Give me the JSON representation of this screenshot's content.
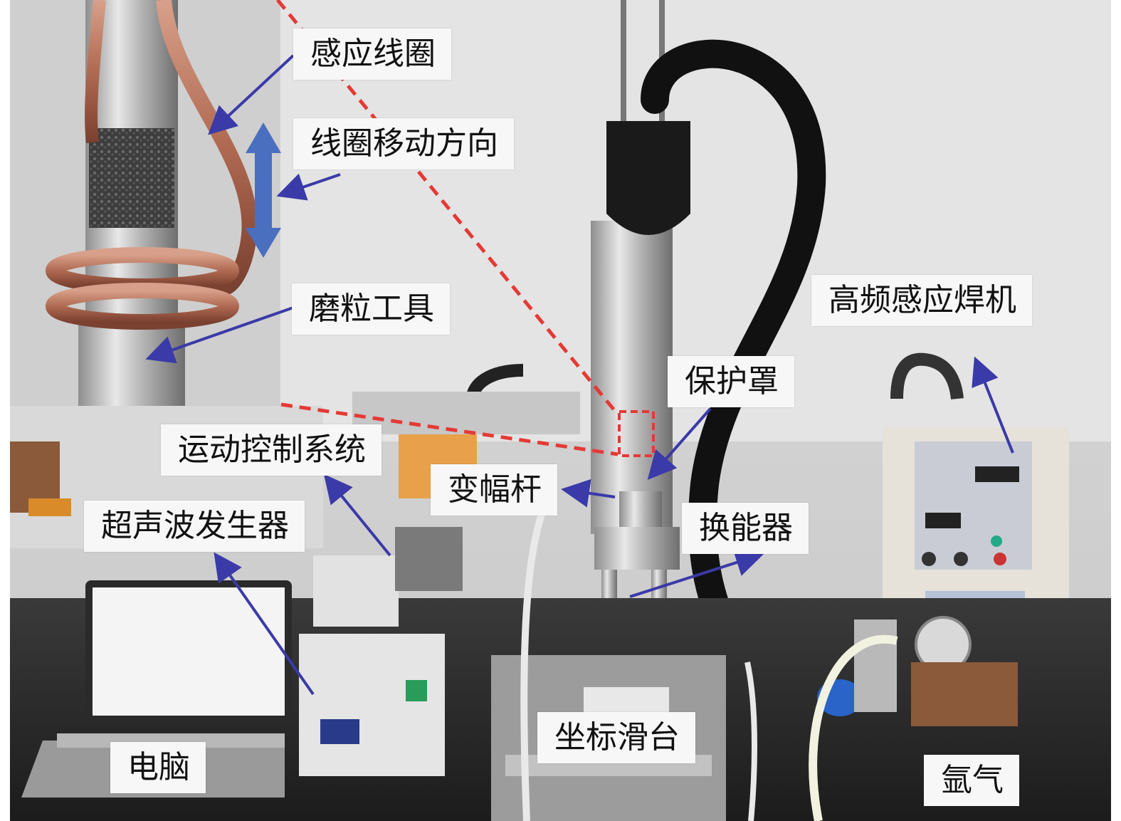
{
  "labels": {
    "coil": "感应线圈",
    "coil_direction": "线圈移动方向",
    "abrasive_tool": "磨粒工具",
    "high_freq_welder": "高频感应焊机",
    "shield": "保护罩",
    "motion_control": "运动控制系统",
    "horn": "变幅杆",
    "ultrasonic_generator": "超声波发生器",
    "transducer": "换能器",
    "computer": "电脑",
    "slide_table": "坐标滑台",
    "argon": "氩气"
  },
  "colors": {
    "arrow": "#3a3aa8",
    "dashed_line": "#e53935",
    "label_bg": "#f7f7f7"
  }
}
